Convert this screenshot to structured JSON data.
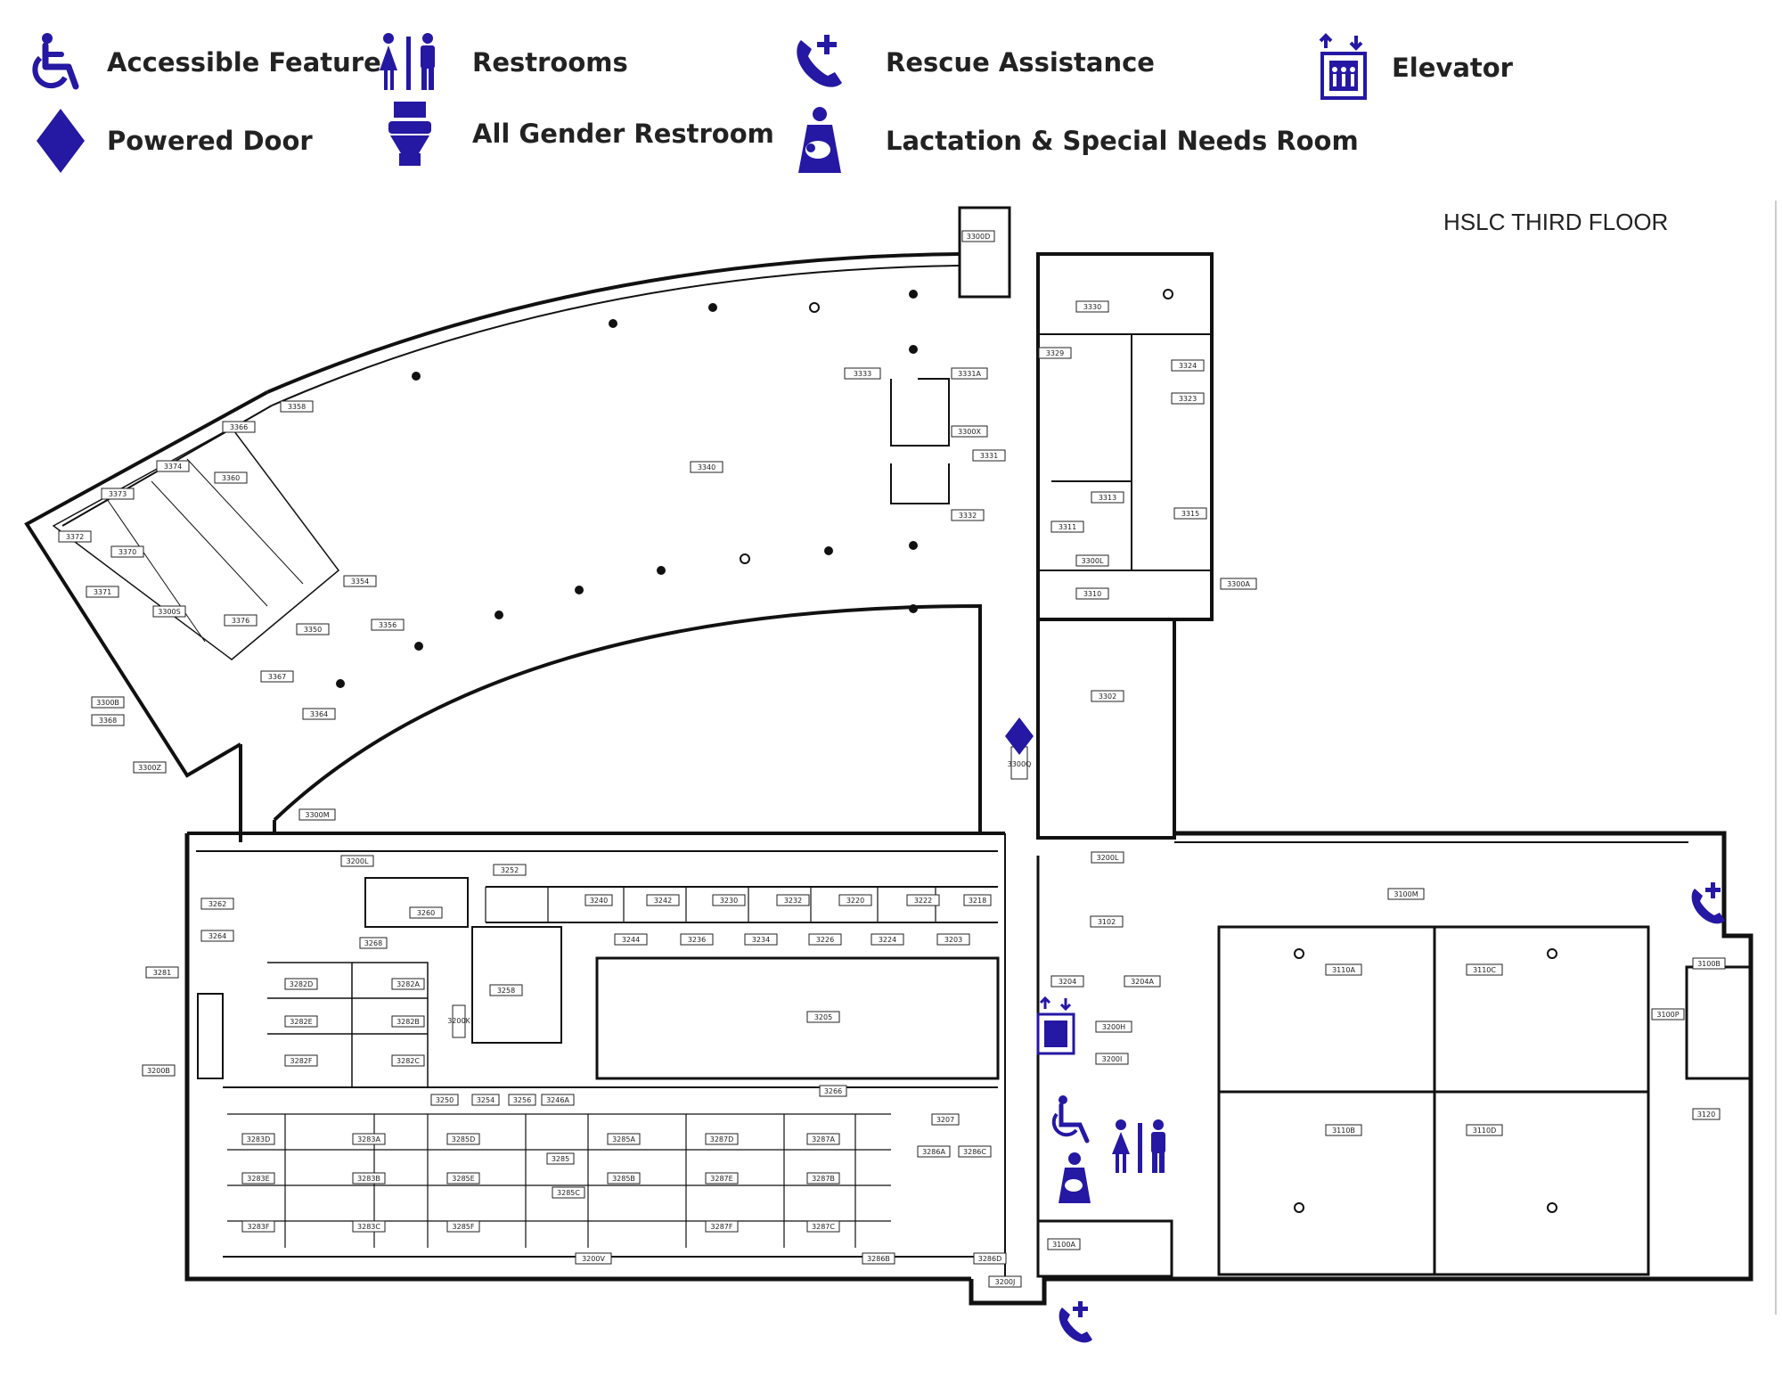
{
  "legend": {
    "accessible": "Accessible Feature",
    "restrooms": "Restrooms",
    "rescue": "Rescue Assistance",
    "elevator": "Elevator",
    "powered_door": "Powered Door",
    "all_gender": "All Gender Restroom",
    "lactation": "Lactation & Special Needs Room"
  },
  "colors": {
    "accent": "#2518a3",
    "wall": "#111111"
  },
  "map": {
    "title": "HSLC THIRD FLOOR",
    "rooms": [
      "3300D",
      "3330",
      "3329",
      "3324",
      "3323",
      "3333",
      "3331A",
      "3300X",
      "3331",
      "3332",
      "3340",
      "3313",
      "3315",
      "3311",
      "3300L",
      "3310",
      "3300A",
      "3302",
      "3300Q",
      "3358",
      "3366",
      "3374",
      "3373",
      "3360",
      "3372",
      "3370",
      "3371",
      "3300S",
      "3376",
      "3350",
      "3354",
      "3356",
      "3367",
      "3300B",
      "3368",
      "3300Z",
      "3364",
      "3300M",
      "3262",
      "3264",
      "3281",
      "3200B",
      "3260",
      "3200L",
      "3252",
      "3240",
      "3242",
      "3230",
      "3232",
      "3220",
      "3222",
      "3218",
      "3244",
      "3236",
      "3234",
      "3226",
      "3224",
      "3203",
      "3258",
      "3205",
      "3204",
      "3204A",
      "3200H",
      "3200I",
      "3102",
      "3200L",
      "3100M",
      "3110A",
      "3110C",
      "3100B",
      "3110B",
      "3110D",
      "3100P",
      "3120",
      "3250",
      "3254",
      "3256",
      "3246A",
      "3266",
      "3207",
      "3286A",
      "3286C",
      "3200V",
      "3286B",
      "3286D",
      "3200J",
      "3100A",
      "3283D",
      "3283E",
      "3283F",
      "3283A",
      "3283B",
      "3283C",
      "3285D",
      "3285E",
      "3285F",
      "3285",
      "3285A",
      "3285B",
      "3285C",
      "3287D",
      "3287E",
      "3287F",
      "3287A",
      "3287B",
      "3287C",
      "3282D",
      "3282E",
      "3282F",
      "3282A",
      "3282B",
      "3282C",
      "3268",
      "3200K"
    ]
  }
}
